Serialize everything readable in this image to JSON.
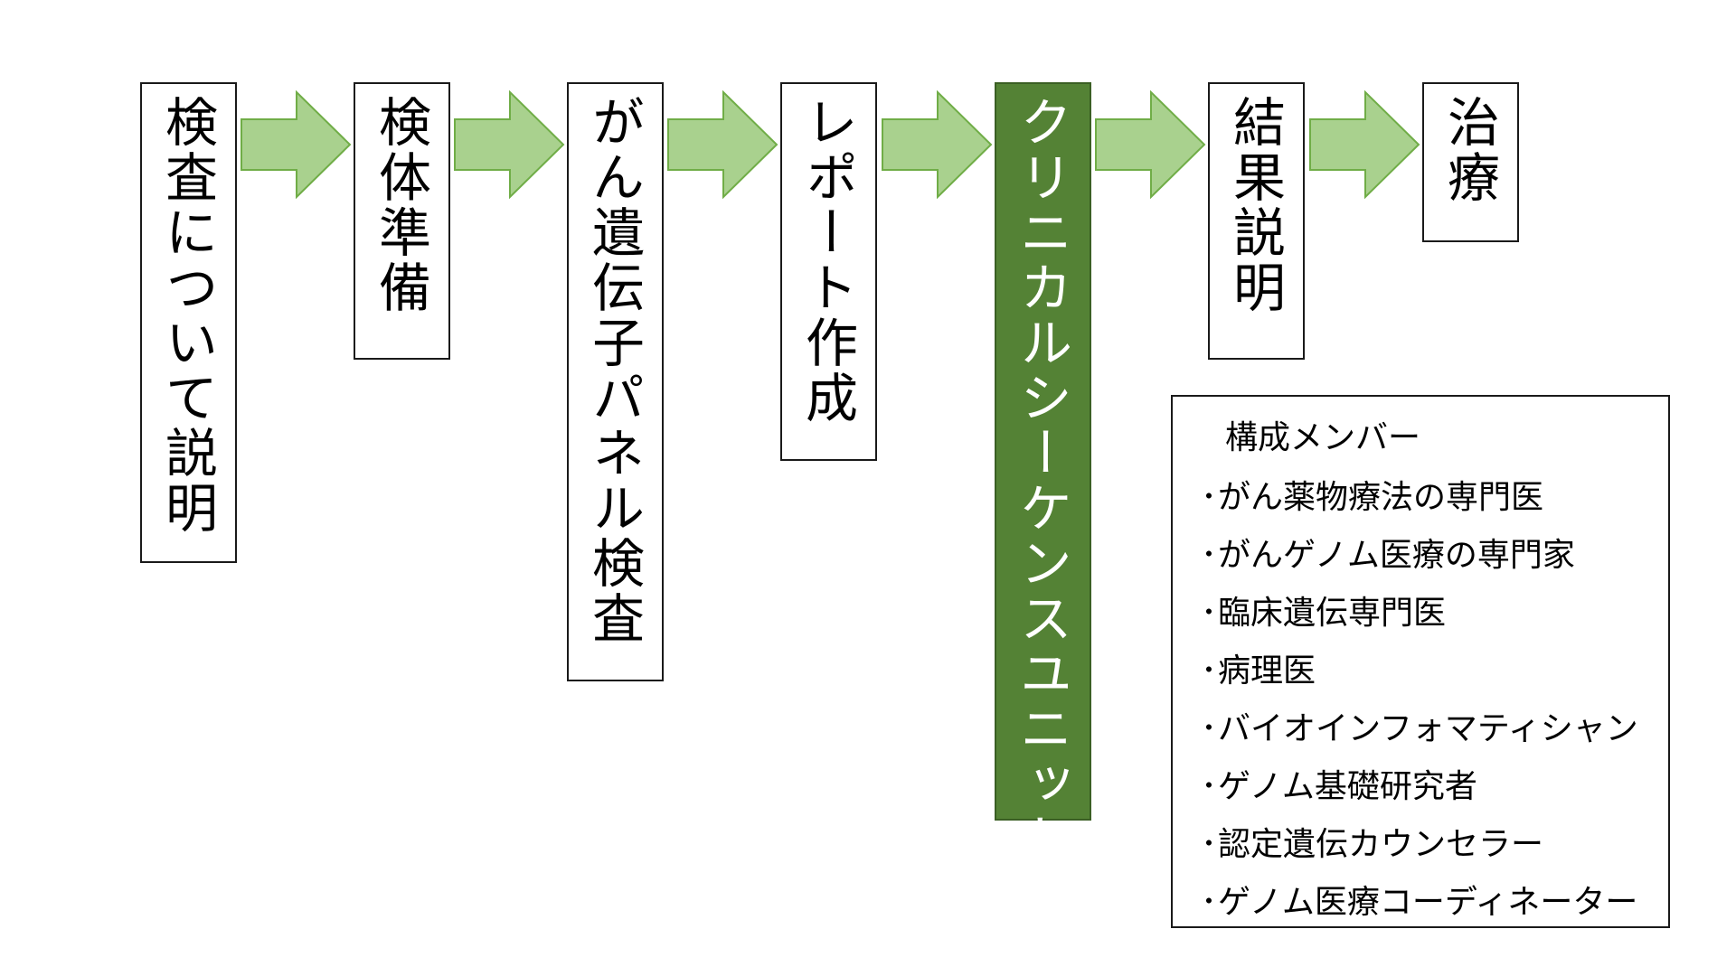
{
  "flow": {
    "steps": [
      {
        "label": "検査について説明",
        "highlight": false
      },
      {
        "label": "検体準備",
        "highlight": false
      },
      {
        "label": "がん遺伝子パネル検査",
        "highlight": false
      },
      {
        "label": "レポート作成",
        "highlight": false
      },
      {
        "label": "クリニカルシーケンスユニット",
        "highlight": true
      },
      {
        "label": "結果説明",
        "highlight": false
      },
      {
        "label": "治療",
        "highlight": false
      }
    ],
    "arrow_fill": "#a9d18e",
    "arrow_stroke": "#70ad47",
    "highlight_fill": "#548235"
  },
  "members": {
    "title": "構成メンバー",
    "bullet": "･",
    "items": [
      "がん薬物療法の専門医",
      "がんゲノム医療の専門家",
      "臨床遺伝専門医",
      "病理医",
      "バイオインフォマティシャン",
      "ゲノム基礎研究者",
      "認定遺伝カウンセラー",
      "ゲノム医療コーディネーター"
    ]
  }
}
